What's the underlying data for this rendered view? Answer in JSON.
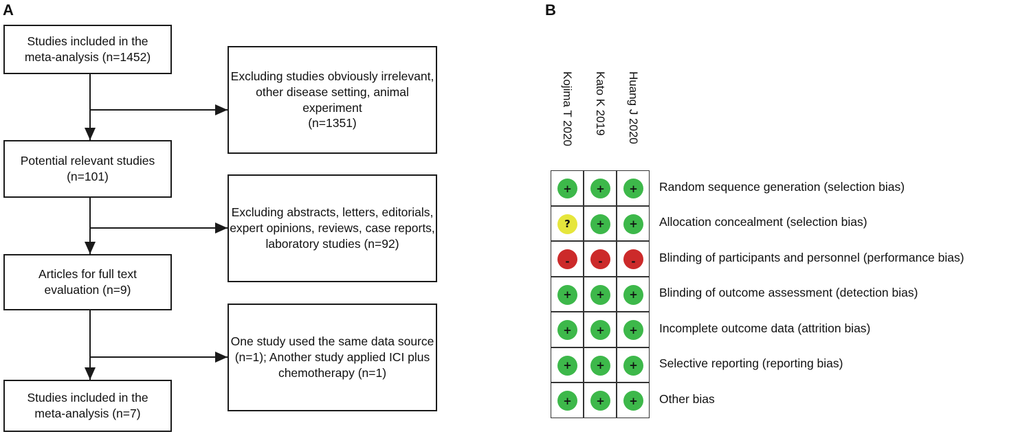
{
  "panel_a": {
    "label": "A",
    "boxes": [
      {
        "id": "included-initial",
        "text": "Studies included in the\nmeta-analysis (n=1452)"
      },
      {
        "id": "exclude-1",
        "text": "Excluding studies obviously irrelevant,\nother disease setting, animal experiment\n(n=1351)"
      },
      {
        "id": "potential",
        "text": "Potential relevant studies\n(n=101)"
      },
      {
        "id": "exclude-2",
        "text": "Excluding abstracts, letters, editorials,\nexpert opinions, reviews, case reports,\nlaboratory studies (n=92)"
      },
      {
        "id": "fulltext",
        "text": "Articles for full text\nevaluation (n=9)"
      },
      {
        "id": "exclude-3",
        "text": "One study used the same data source\n(n=1); Another study applied ICI plus\nchemotherapy (n=1)"
      },
      {
        "id": "included-final",
        "text": "Studies included in the\nmeta-analysis (n=7)"
      }
    ]
  },
  "panel_b": {
    "label": "B",
    "studies": [
      "Kojima T 2020",
      "Kato K 2019",
      "Huang J 2020"
    ],
    "domains": [
      "Random sequence generation (selection bias)",
      "Allocation concealment (selection bias)",
      "Blinding of participants and personnel (performance bias)",
      "Blinding of outcome assessment (detection bias)",
      "Incomplete outcome data (attrition bias)",
      "Selective reporting (reporting bias)",
      "Other bias"
    ],
    "judgements": [
      [
        "low",
        "low",
        "low"
      ],
      [
        "unclear",
        "low",
        "low"
      ],
      [
        "high",
        "high",
        "high"
      ],
      [
        "low",
        "low",
        "low"
      ],
      [
        "low",
        "low",
        "low"
      ],
      [
        "low",
        "low",
        "low"
      ],
      [
        "low",
        "low",
        "low"
      ]
    ],
    "symbols": {
      "low": "+",
      "unclear": "?",
      "high": "-"
    },
    "colors": {
      "low": "#3db84a",
      "unclear": "#e6e63c",
      "high": "#cc2a2a"
    }
  }
}
